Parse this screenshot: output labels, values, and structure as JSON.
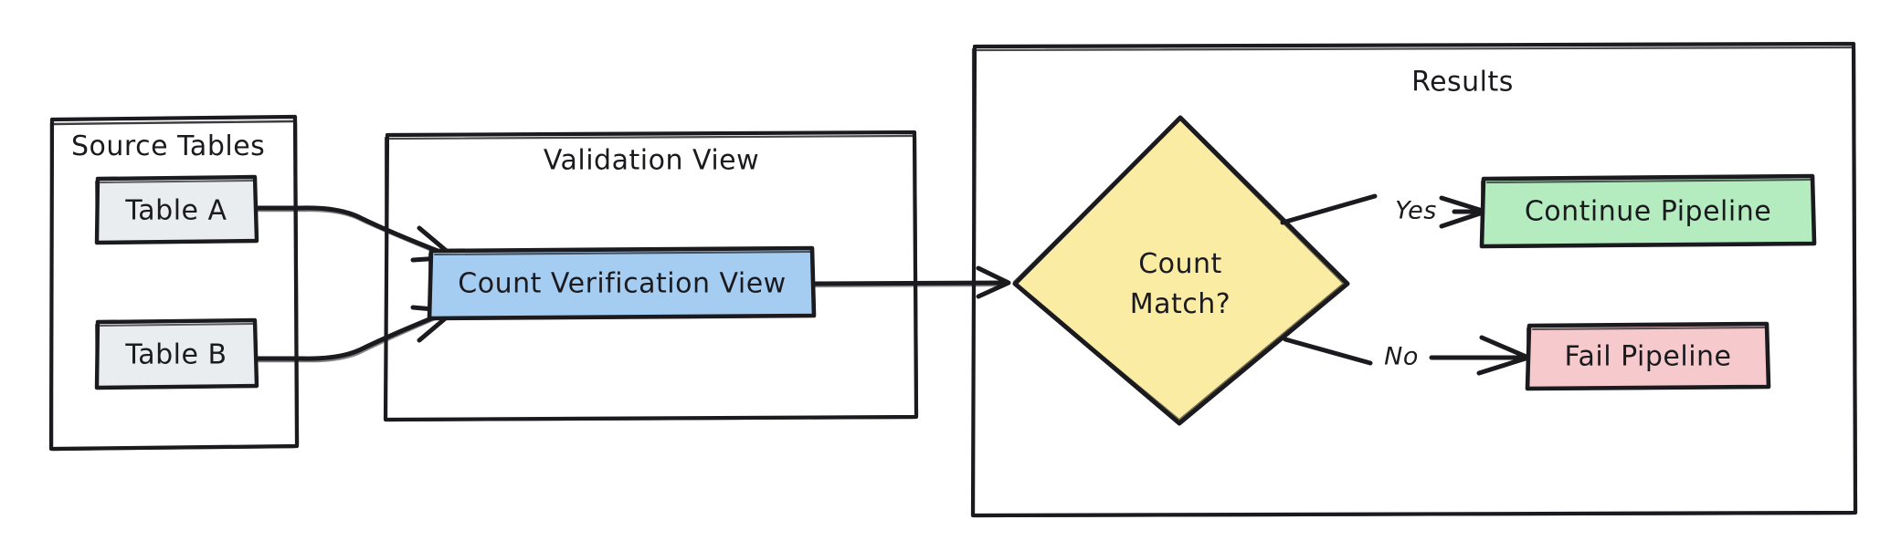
{
  "diagram": {
    "type": "flowchart",
    "style": "hand-drawn",
    "background_color": "#ffffff",
    "stroke_color": "#1b1b1f",
    "groups": [
      {
        "id": "source-tables",
        "label": "Source Tables",
        "label_align": "left",
        "fill": "none"
      },
      {
        "id": "validation-view",
        "label": "Validation View",
        "label_align": "center",
        "fill": "none"
      },
      {
        "id": "results",
        "label": "Results",
        "label_align": "center",
        "fill": "none"
      }
    ],
    "nodes": [
      {
        "id": "table-a",
        "label": "Table A",
        "shape": "rectangle",
        "fill": "#e9edf0",
        "group": "source-tables"
      },
      {
        "id": "table-b",
        "label": "Table B",
        "shape": "rectangle",
        "fill": "#e9edf0",
        "group": "source-tables"
      },
      {
        "id": "count-verification-view",
        "label": "Count Verification View",
        "shape": "rectangle",
        "fill": "#a5cdf2",
        "group": "validation-view"
      },
      {
        "id": "count-match",
        "label_line1": "Count",
        "label_line2": "Match?",
        "shape": "diamond",
        "fill": "#fbeca4",
        "group": "results"
      },
      {
        "id": "continue-pipeline",
        "label": "Continue Pipeline",
        "shape": "rectangle",
        "fill": "#b4ecc0",
        "group": "results"
      },
      {
        "id": "fail-pipeline",
        "label": "Fail Pipeline",
        "shape": "rectangle",
        "fill": "#f6c9cd",
        "group": "results"
      }
    ],
    "edges": [
      {
        "from": "table-a",
        "to": "count-verification-view",
        "label": ""
      },
      {
        "from": "table-b",
        "to": "count-verification-view",
        "label": ""
      },
      {
        "from": "count-verification-view",
        "to": "count-match",
        "label": ""
      },
      {
        "from": "count-match",
        "to": "continue-pipeline",
        "label": "Yes"
      },
      {
        "from": "count-match",
        "to": "fail-pipeline",
        "label": "No"
      }
    ]
  }
}
